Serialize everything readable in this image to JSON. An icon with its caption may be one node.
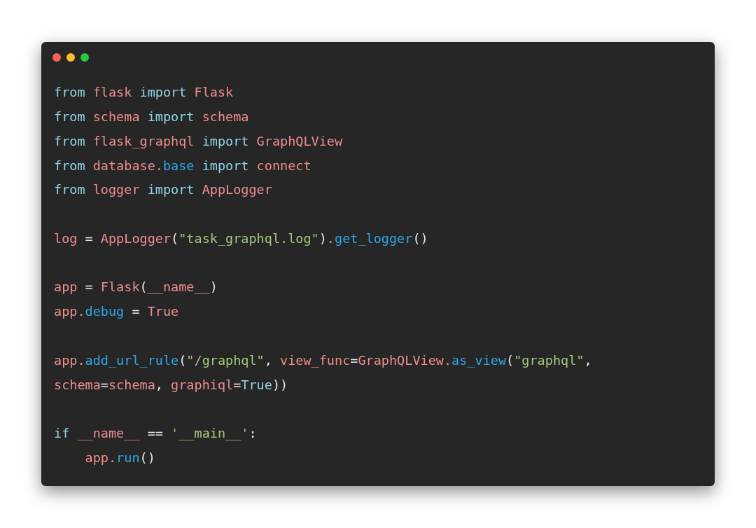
{
  "diagram": {
    "labels": [
      "from flask import Flask",
      "from schema import schema",
      "from flask_graphql import GraphQLView",
      "from database.base import connect",
      "from logger import AppLogger",
      "log = AppLogger(\"task_graphql.log\").get_logger()",
      "app = Flask(__name__)",
      "app.debug = True",
      "app.add_url_rule(\"/graphql\", view_func=GraphQLView.as_view(\"graphql\",",
      "schema=schema, graphiql=True))",
      "if __name__ == '__main__':",
      "    app.run()"
    ]
  }
}
